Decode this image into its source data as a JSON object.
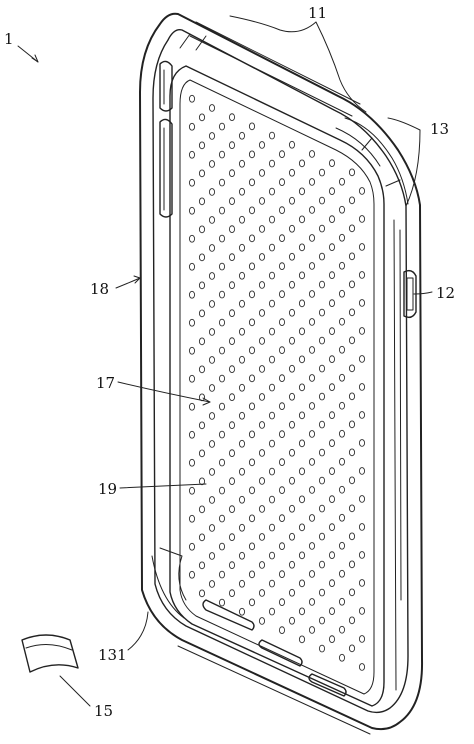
{
  "figure": {
    "labels": {
      "main": "1",
      "top_frame": "11",
      "side_button": "12",
      "corner_bumper": "13",
      "corner_insert": "131",
      "detached_piece": "15",
      "interior": "17",
      "side_rail": "18",
      "back_panel": "19"
    }
  },
  "colors": {
    "line": "#222222",
    "background": "#ffffff"
  }
}
